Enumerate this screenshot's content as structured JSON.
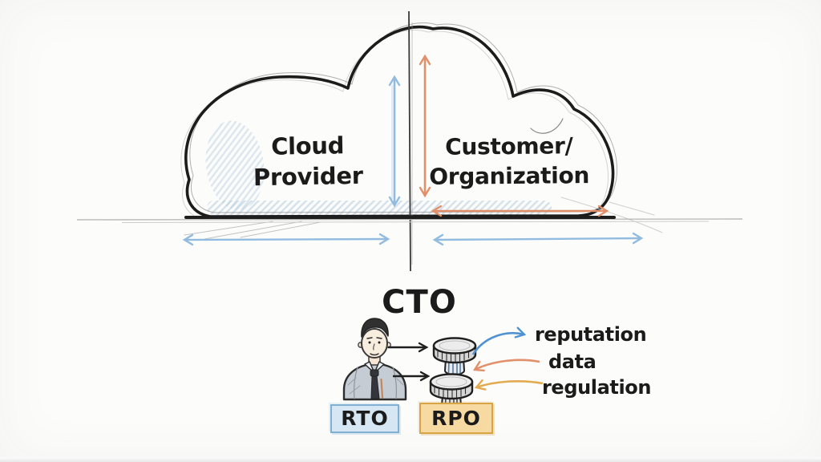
{
  "cloud": {
    "left_label": "Cloud\nProvider",
    "right_label": "Customer/\nOrganization"
  },
  "cto_section": {
    "title": "CTO",
    "impacts": [
      {
        "text": "reputation",
        "arrow_color": "#4f93d2",
        "direction": "outgoing-from-dial"
      },
      {
        "text": "data",
        "arrow_color": "#e2906a",
        "direction": "incoming-to-dial"
      },
      {
        "text": "regulation",
        "arrow_color": "#e3ab50",
        "direction": "incoming-to-dial"
      }
    ],
    "badges": [
      {
        "text": "RTO",
        "fill": "#d6e7f3",
        "border": "#7fb0d2"
      },
      {
        "text": "RPO",
        "fill": "#f7d9a2",
        "border": "#d9a544"
      }
    ]
  },
  "icons": {
    "person": "cto-person-icon",
    "top_dial": "dial-knob-icon",
    "bottom_dial": "dial-knob-icon"
  },
  "colors": {
    "ink": "#1f1f1f",
    "sketch_blue": "#92bcdf",
    "accent_blue": "#4f93d2",
    "salmon": "#e2906a",
    "amber": "#e3ab50",
    "background": "#fcfcfb"
  }
}
